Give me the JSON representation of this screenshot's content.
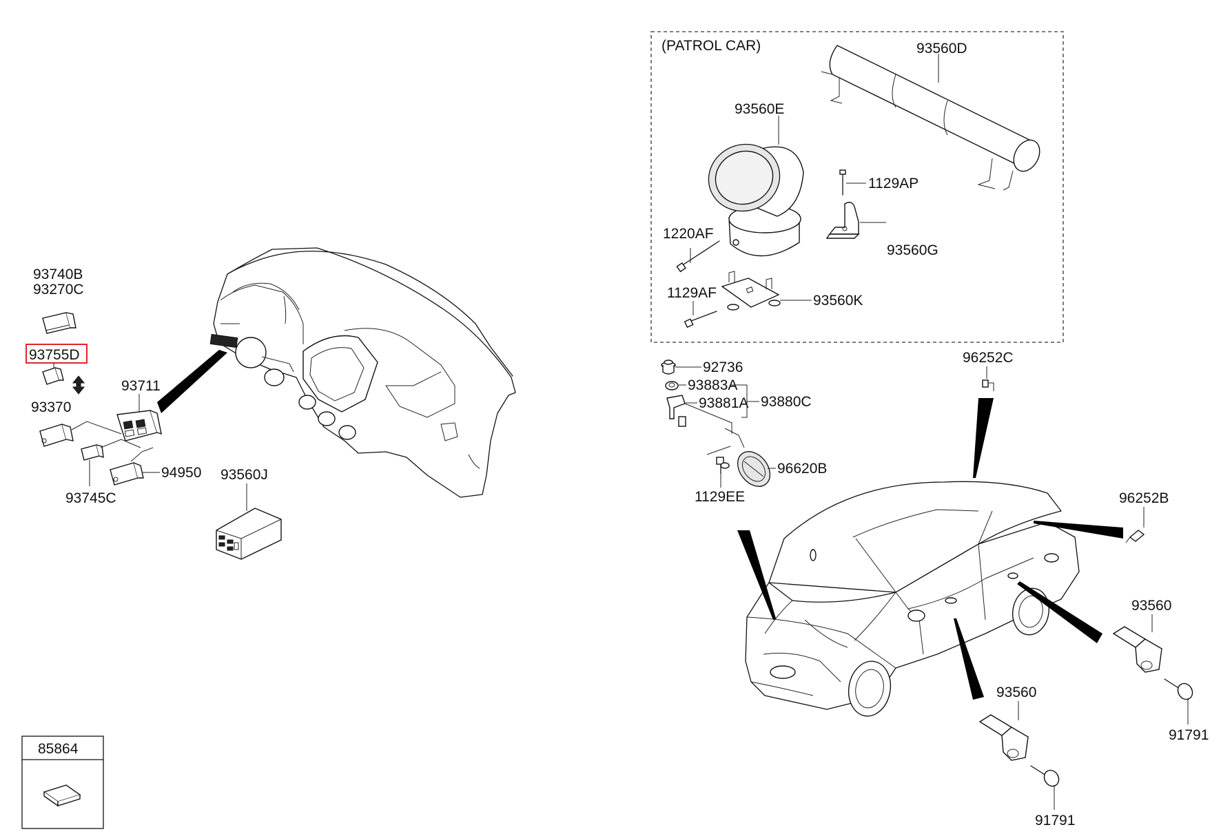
{
  "diagram": {
    "group_label": "(PATROL CAR)",
    "labels": {
      "p93740B": "93740B",
      "p93270C": "93270C",
      "p93755D": "93755D",
      "p93370": "93370",
      "p93711": "93711",
      "p94950": "94950",
      "p93745C": "93745C",
      "p93560J": "93560J",
      "p85864": "85864",
      "p93560D": "93560D",
      "p93560E": "93560E",
      "p1129AP": "1129AP",
      "p1220AF": "1220AF",
      "p93560G": "93560G",
      "p1129AF": "1129AF",
      "p93560K": "93560K",
      "p92736": "92736",
      "p93883A": "93883A",
      "p93881A": "93881A",
      "p93880C": "93880C",
      "p96620B": "96620B",
      "p1129EE": "1129EE",
      "p96252C": "96252C",
      "p96252B": "96252B",
      "p93560_a": "93560",
      "p91791_a": "91791",
      "p93560_b": "93560",
      "p91791_b": "91791"
    },
    "highlighted_part": "93755D",
    "highlight_color": "#e0262c"
  }
}
